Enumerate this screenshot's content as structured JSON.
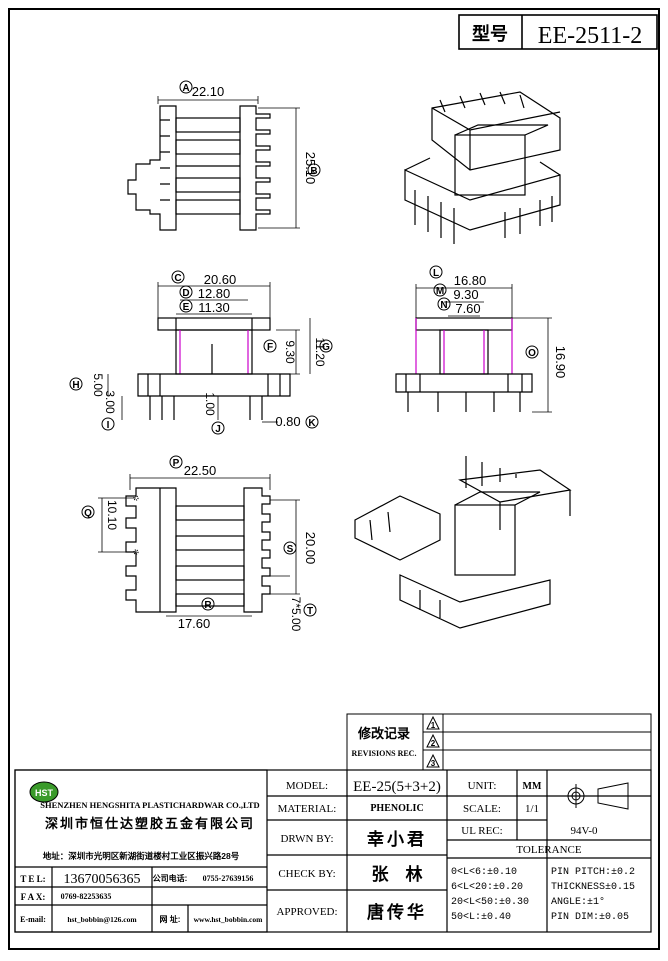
{
  "model_tag_label": "型号",
  "model_tag_value": "EE-2511-2",
  "views": {
    "top": {
      "dims": [
        {
          "tag": "A",
          "value": "22.10"
        },
        {
          "tag": "B",
          "value": "25.10"
        }
      ]
    },
    "front": {
      "dims": [
        {
          "tag": "C",
          "value": "20.60"
        },
        {
          "tag": "D",
          "value": "12.80"
        },
        {
          "tag": "E",
          "value": "11.30"
        },
        {
          "tag": "F",
          "value": "9.30"
        },
        {
          "tag": "G",
          "value": "11.20"
        },
        {
          "tag": "H",
          "value": "5.00"
        },
        {
          "tag": "I",
          "value": "3.00"
        },
        {
          "tag": "J",
          "value": "1.00"
        },
        {
          "tag": "K",
          "value": "0.80"
        }
      ]
    },
    "side": {
      "dims": [
        {
          "tag": "L",
          "value": "16.80"
        },
        {
          "tag": "M",
          "value": "9.30"
        },
        {
          "tag": "N",
          "value": "7.60"
        },
        {
          "tag": "O",
          "value": "16.90"
        }
      ]
    },
    "bottom": {
      "dims": [
        {
          "tag": "P",
          "value": "22.50"
        },
        {
          "tag": "Q",
          "value": "10.10"
        },
        {
          "tag": "S",
          "value": "20.00"
        },
        {
          "tag": "R",
          "value": "17.60"
        },
        {
          "tag": "T",
          "value": "7*5.00"
        }
      ]
    }
  },
  "revisions": {
    "title_cn": "修改记录",
    "title_en": "REVISIONS REC.",
    "marks": [
      "1",
      "2",
      "3"
    ]
  },
  "company": {
    "logo": "HST",
    "name_en": "SHENZHEN HENGSHITA PLASTICHARDWAR CO.,LTD",
    "name_cn": "深圳市恒仕达塑胶五金有限公司",
    "address": "地址：深圳市光明区新湖街道楼村工业区振兴路28号",
    "tel_label": "T E L:",
    "tel": "13670056365",
    "phone_label": "公司电话:",
    "phone": "0755-27639156",
    "fax_label": "F A X:",
    "fax": "0769-82253635",
    "email_label": "E-mail:",
    "email": "hst_bobbin@126.com",
    "web_label": "网 址:",
    "web": "www.hst_bobbin.com"
  },
  "info": {
    "model_label": "MODEL:",
    "model": "EE-25(5+3+2)",
    "material_label": "MATERIAL:",
    "material": "PHENOLIC",
    "drawn_label": "DRWN BY:",
    "drawn": "幸小君",
    "check_label": "CHECK BY:",
    "check": "张　林",
    "approved_label": "APPROVED:",
    "approved": "唐传华",
    "unit_label": "UNIT:",
    "unit": "MM",
    "scale_label": "SCALE:",
    "scale": "1/1",
    "ul_label": "UL REC:",
    "ul": "94V-0",
    "tolerance_label": "TOLERANCE",
    "tol": [
      "0<L<6:±0.10",
      "6<L<20:±0.20",
      "20<L<50:±0.30",
      "50<L:±0.40"
    ],
    "spec": [
      "PIN PITCH:±0.2",
      "THICKNESS±0.15",
      "ANGLE:±1°",
      "PIN DIM:±0.05"
    ]
  }
}
